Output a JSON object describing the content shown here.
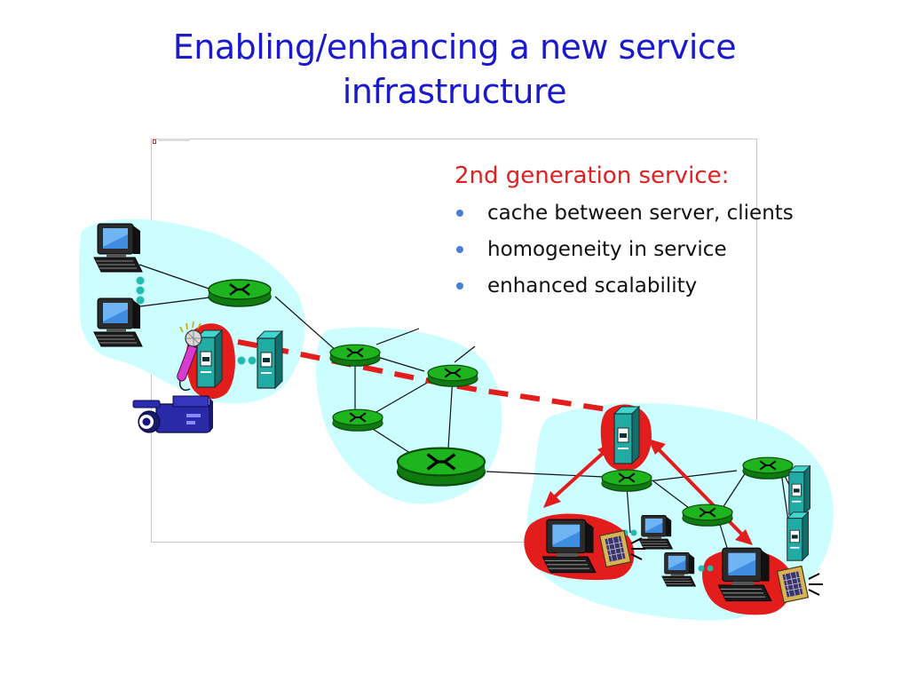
{
  "slide": {
    "title_line1": "Enabling/enhancing a new service",
    "title_line2": "infrastructure"
  },
  "panel": {
    "heading": "2nd generation service:",
    "bullets": [
      "cache between server, clients",
      "homogeneity in service",
      "enhanced scalability"
    ]
  },
  "diagram": {
    "nodes": [
      "client-computer",
      "client-computer",
      "router",
      "router",
      "router",
      "router",
      "router",
      "router",
      "router",
      "router",
      "origin-server",
      "server",
      "cache-server",
      "cache-server",
      "cache-server",
      "microphone",
      "video-camera",
      "client-computer",
      "client-computer",
      "client-computer",
      "client-computer",
      "video-player",
      "video-player"
    ],
    "colors": {
      "region_fill": "#ccfdff",
      "router_fill": "#18a818",
      "server_fill": "#24b0aa",
      "highlight": "#e31c1c",
      "flow": "#e31c1c",
      "title": "#1a1acc",
      "heading": "#e02020",
      "bullet": "#4a7fd8"
    }
  }
}
